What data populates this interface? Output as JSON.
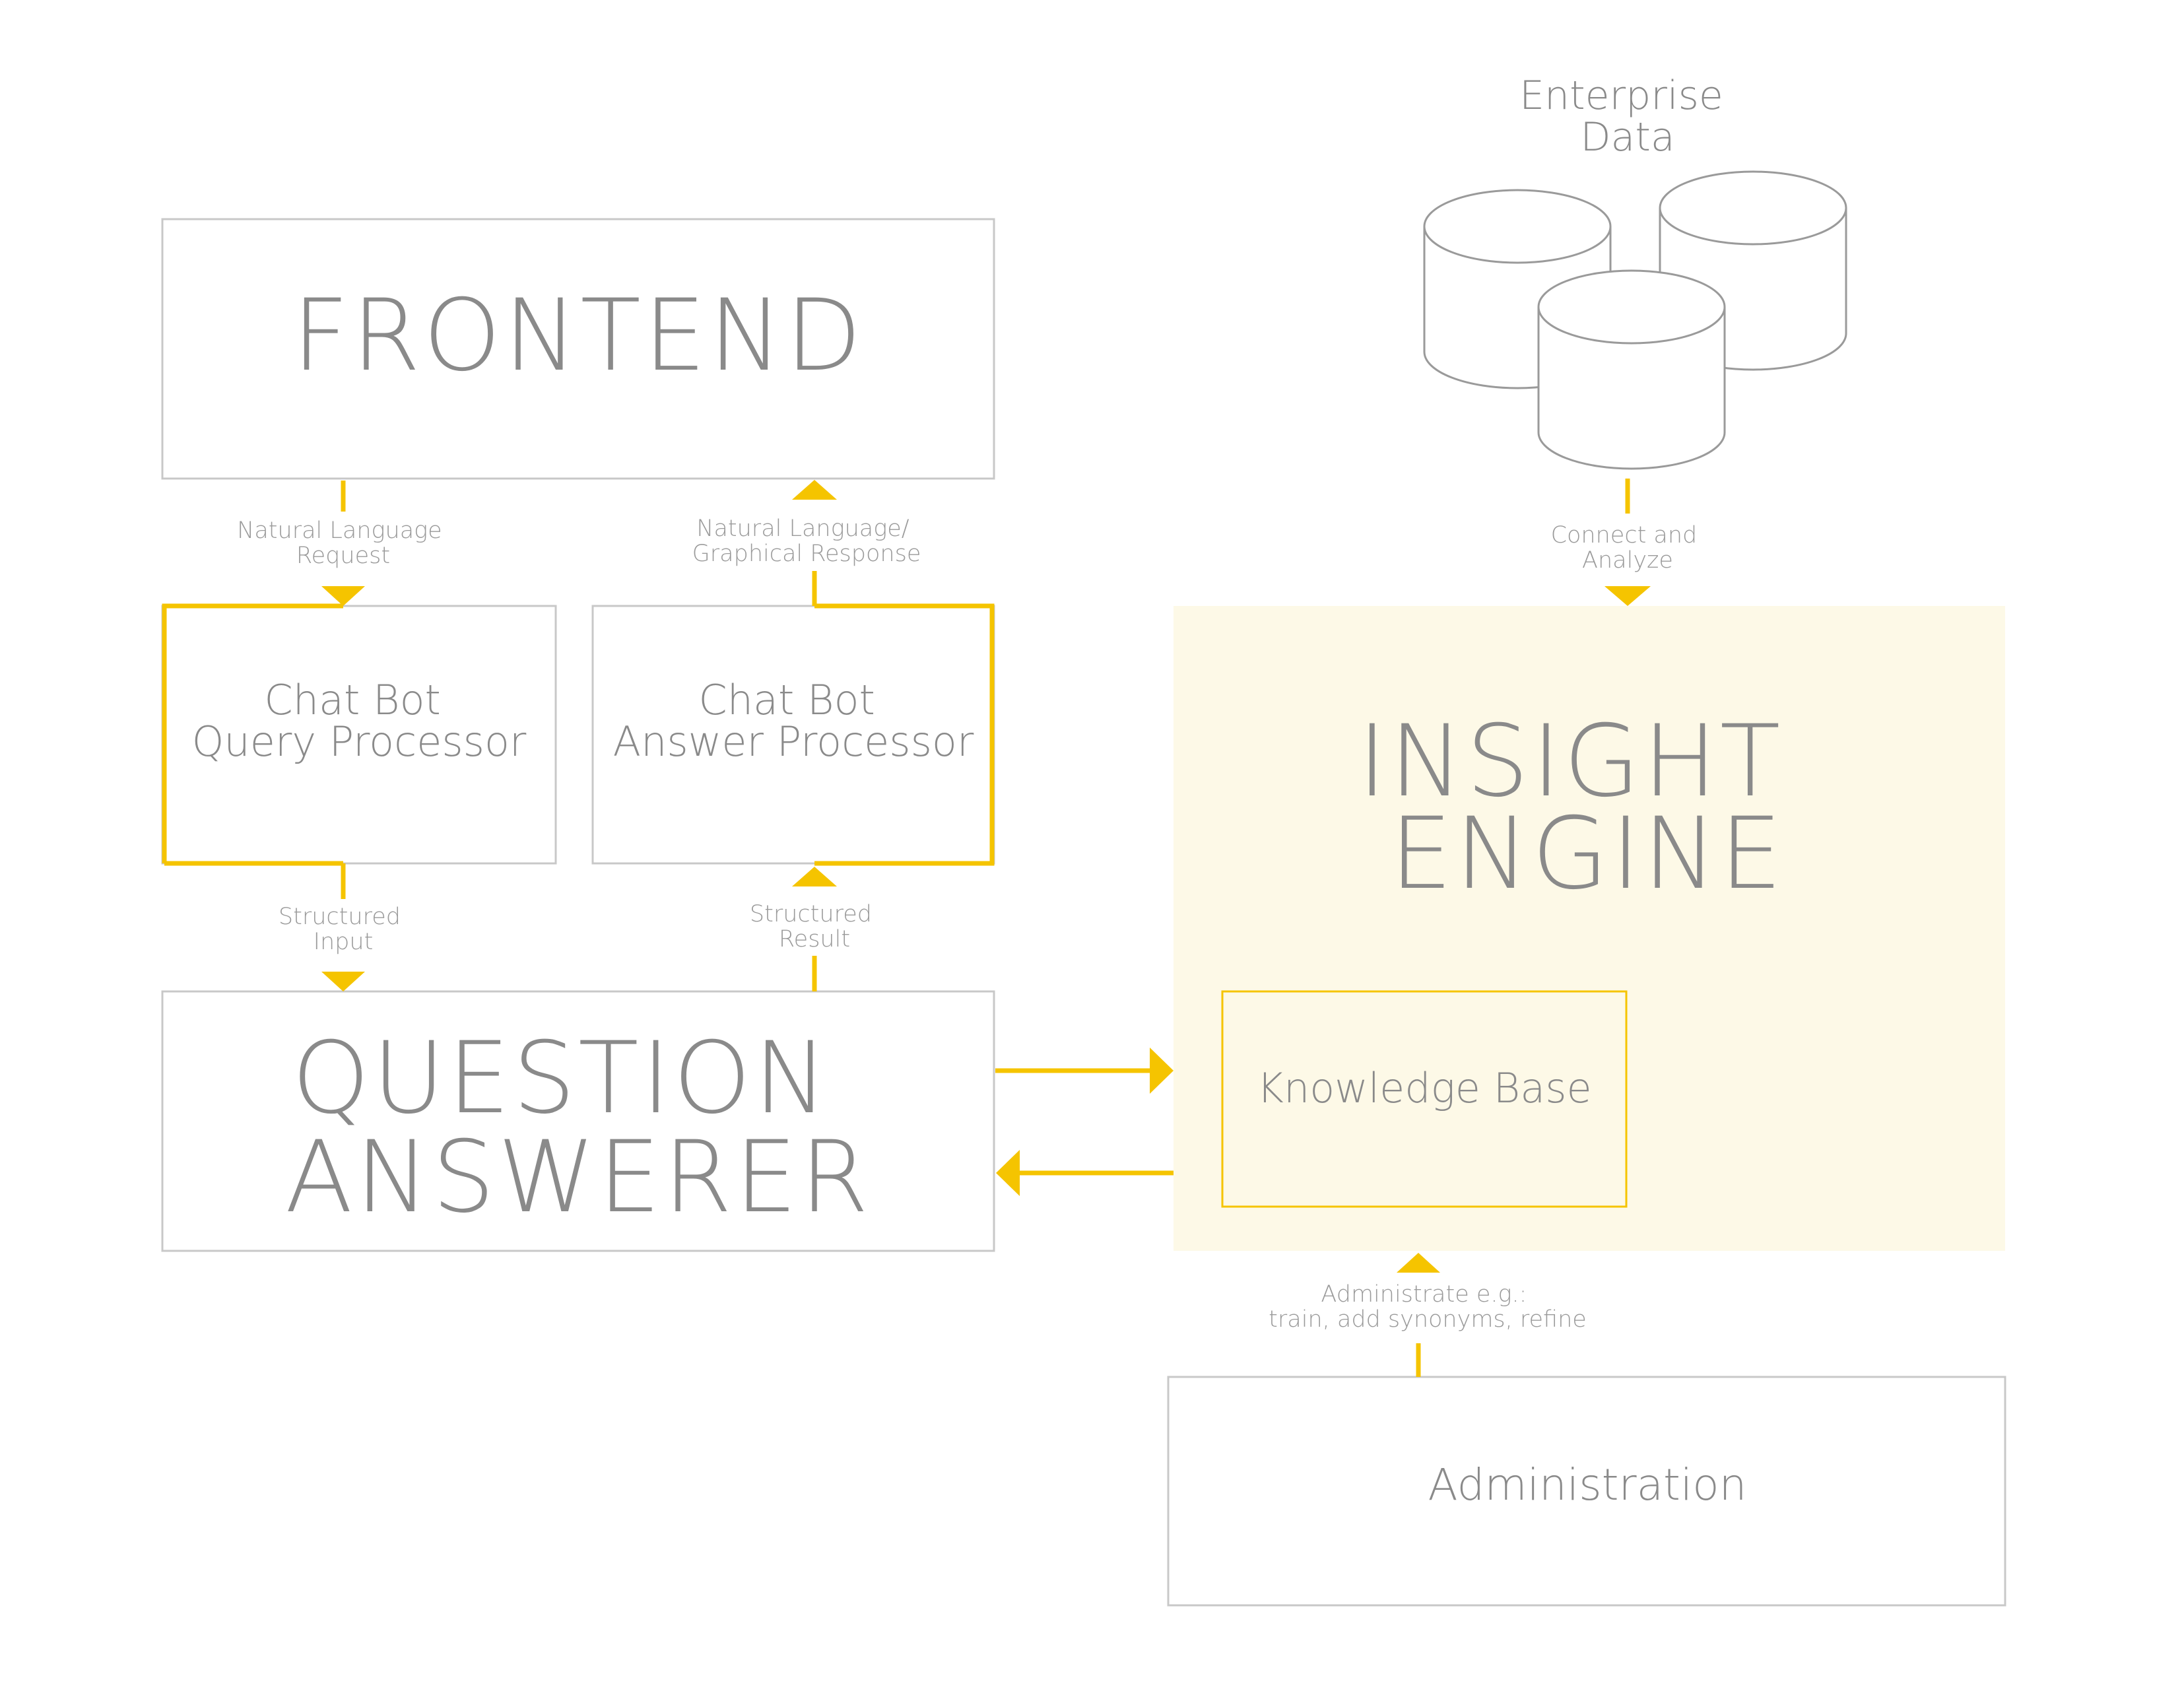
{
  "colors": {
    "accent": "#f5c400",
    "box_border": "#c8c8c8",
    "engine_fill": "#fdf9e7",
    "text": "#8a8a8a"
  },
  "boxes": {
    "frontend": "FRONTEND",
    "query_processor": [
      "Chat Bot",
      "Query Processor"
    ],
    "answer_processor": [
      "Chat Bot",
      "Answer Processor"
    ],
    "question_answerer": [
      "QUESTION",
      "ANSWERER"
    ],
    "insight_engine": [
      "INSIGHT",
      "ENGINE"
    ],
    "knowledge_base": "Knowledge Base",
    "administration": "Administration",
    "enterprise_data": [
      "Enterprise",
      "Data"
    ]
  },
  "flows": {
    "request": [
      "Natural Language",
      "Request"
    ],
    "response": [
      "Natural Language/",
      "Graphical Response"
    ],
    "structured_input": [
      "Structured",
      "Input"
    ],
    "structured_result": [
      "Structured",
      "Result"
    ],
    "connect": [
      "Connect and",
      "Analyze"
    ],
    "administrate": [
      "Administrate e.g.:",
      "train, add synonyms, refine"
    ]
  }
}
